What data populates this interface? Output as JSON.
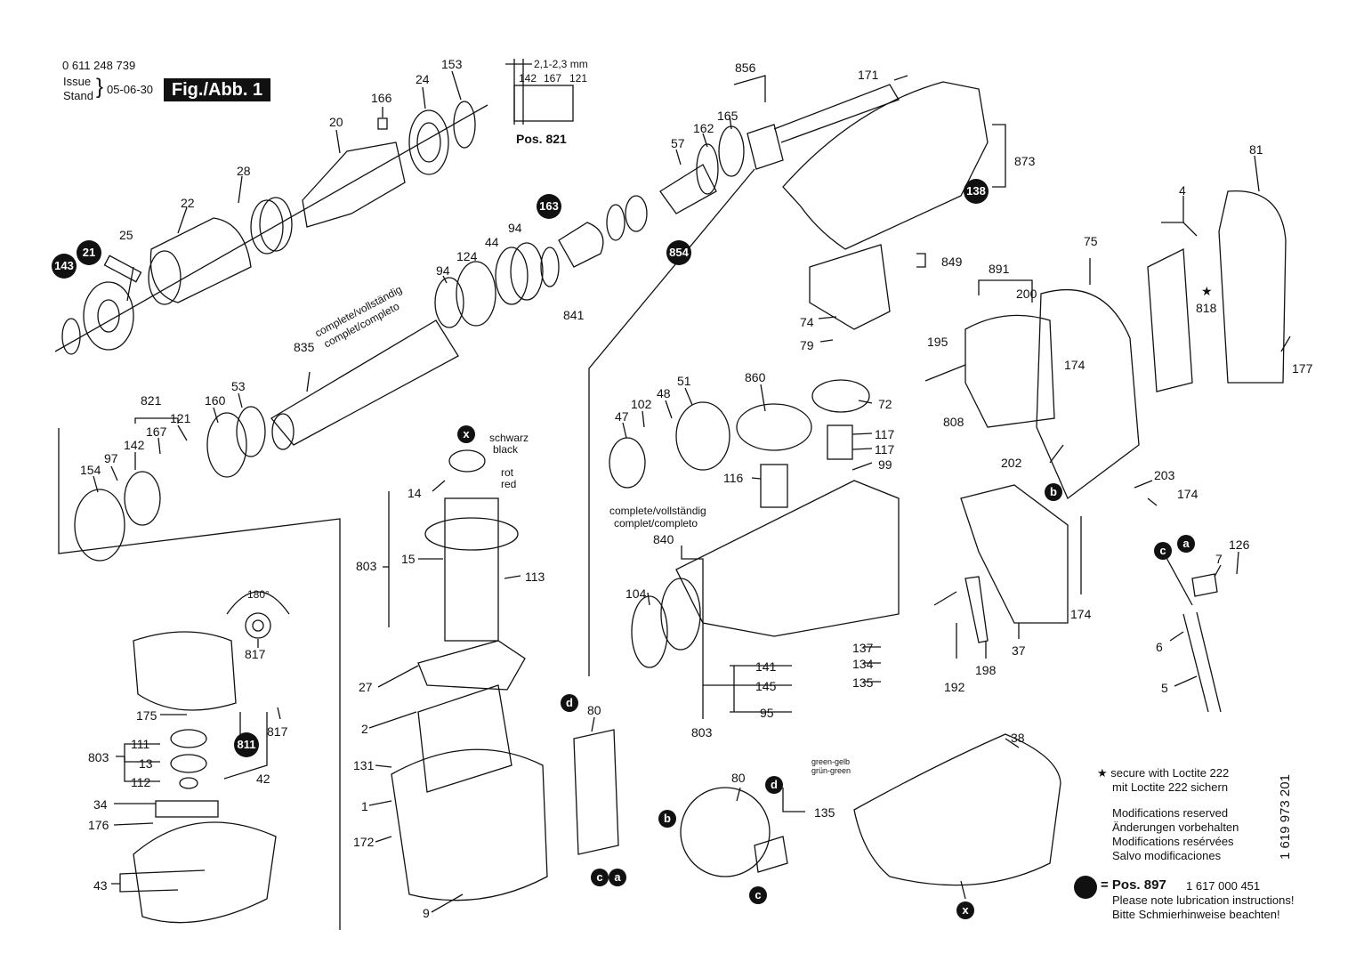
{
  "header": {
    "part_number": "0 611 248 739",
    "issue_label": "Issue",
    "stand_label": "Stand",
    "date": "05-06-30",
    "figure": "Fig./Abb. 1"
  },
  "inset": {
    "dimension": "2,1-2,3 mm",
    "parts": [
      "142",
      "167",
      "121"
    ],
    "caption": "Pos. 821"
  },
  "notes": {
    "complete_a_1": "complete/vollständig",
    "complete_a_2": "complet/completo",
    "complete_b_1": "complete/vollständig",
    "complete_b_2": "complet/completo",
    "wire_black_1": "schwarz",
    "wire_black_2": "black",
    "wire_red_1": "rot",
    "wire_red_2": "red",
    "green_yellow_1": "green-gelb",
    "green_yellow_2": "grün-green",
    "angle": "180°"
  },
  "labels": {
    "l153": "153",
    "l24": "24",
    "l166": "166",
    "l20": "20",
    "l28": "28",
    "l22": "22",
    "l25": "25",
    "l835": "835",
    "l94a": "94",
    "l124": "124",
    "l44": "44",
    "l94b": "94",
    "l841": "841",
    "l57": "57",
    "l162": "162",
    "l165": "165",
    "l856": "856",
    "l171": "171",
    "l873": "873",
    "l81": "81",
    "l4": "4",
    "l818": "818",
    "l177": "177",
    "l75": "75",
    "l891": "891",
    "l200": "200",
    "l195": "195",
    "l174a": "174",
    "l808": "808",
    "l202": "202",
    "l203": "203",
    "l174b": "174",
    "l174c": "174",
    "l849": "849",
    "l74": "74",
    "l79": "79",
    "l860": "860",
    "l72": "72",
    "l117a": "117",
    "l117b": "117",
    "l99": "99",
    "l116": "116",
    "l51": "51",
    "l48": "48",
    "l102": "102",
    "l47": "47",
    "l840": "840",
    "l104": "104",
    "l821": "821",
    "l121": "121",
    "l167": "167",
    "l160": "160",
    "l53": "53",
    "l142": "142",
    "l97": "97",
    "l154": "154",
    "l14": "14",
    "l15": "15",
    "l803a": "803",
    "l113": "113",
    "l27": "27",
    "l2": "2",
    "l131": "131",
    "l1": "1",
    "l172": "172",
    "l9": "9",
    "l817a": "817",
    "l175": "175",
    "l111": "111",
    "l13": "13",
    "l112": "112",
    "l803b": "803",
    "l817b": "817",
    "l42": "42",
    "l34": "34",
    "l176": "176",
    "l43": "43",
    "l137": "137",
    "l134": "134",
    "l135a": "135",
    "l141": "141",
    "l145": "145",
    "l95": "95",
    "l803c": "803",
    "l80a": "80",
    "l80b": "80",
    "l135b": "135",
    "l192": "192",
    "l198": "198",
    "l37": "37",
    "l126": "126",
    "l7": "7",
    "l6": "6",
    "l5": "5",
    "l38": "38"
  },
  "badges": {
    "b143": "143",
    "b21": "21",
    "b163": "163",
    "b854": "854",
    "b138": "138",
    "b811": "811"
  },
  "connectors": {
    "x": "x",
    "b": "b",
    "c": "c",
    "a": "a",
    "d": "d"
  },
  "legend": {
    "star_line1": "★ secure with Loctite 222",
    "star_line2": "mit Loctite 222 sichern",
    "mod1": "Modifications reserved",
    "mod2": "Änderungen vorbehalten",
    "mod3": "Modifications resérvées",
    "mod4": "Salvo modificaciones",
    "pos_label": "= Pos.  897",
    "pos_number": "1 617 000 451",
    "lube1": "Please note lubrication instructions!",
    "lube2": "Bitte Schmierhinweise beachten!"
  },
  "document_number": "1 619 973 201"
}
